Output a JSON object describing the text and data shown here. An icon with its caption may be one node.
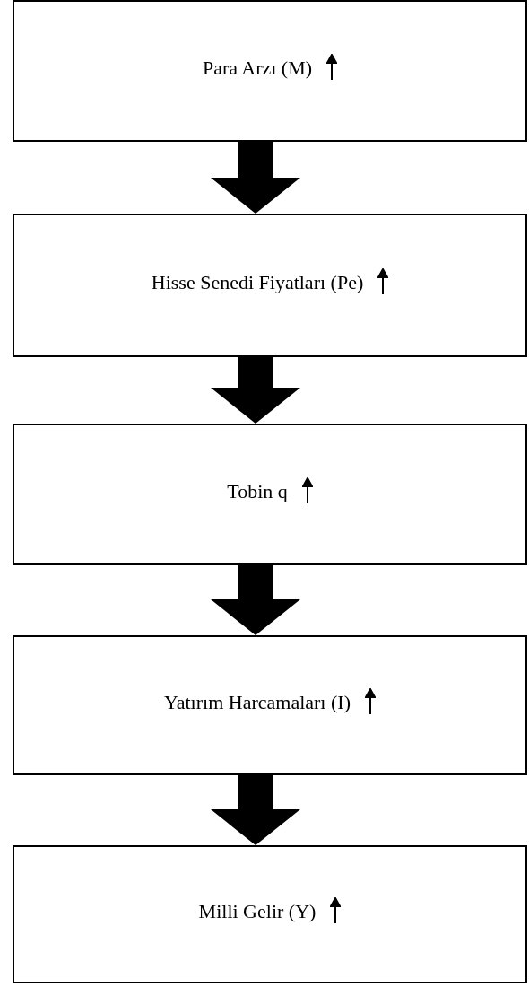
{
  "diagram": {
    "nodes": [
      {
        "text": [
          "Para Arzı (M)"
        ]
      },
      {
        "text": [
          "Hisse Senedi Fiyatları (Pe)"
        ]
      },
      {
        "text": [
          "Tobin q"
        ]
      },
      {
        "text": [
          "Yatırım Harcamaları (I)"
        ]
      },
      {
        "text": [
          "Milli Gelir (Y)"
        ]
      }
    ],
    "edges": [
      {
        "from": 0,
        "to": 1,
        "arrow": "to"
      },
      {
        "from": 1,
        "to": 2,
        "arrow": "to"
      },
      {
        "from": 2,
        "to": 3,
        "arrow": "to"
      },
      {
        "from": 3,
        "to": 4,
        "arrow": "to"
      }
    ]
  }
}
